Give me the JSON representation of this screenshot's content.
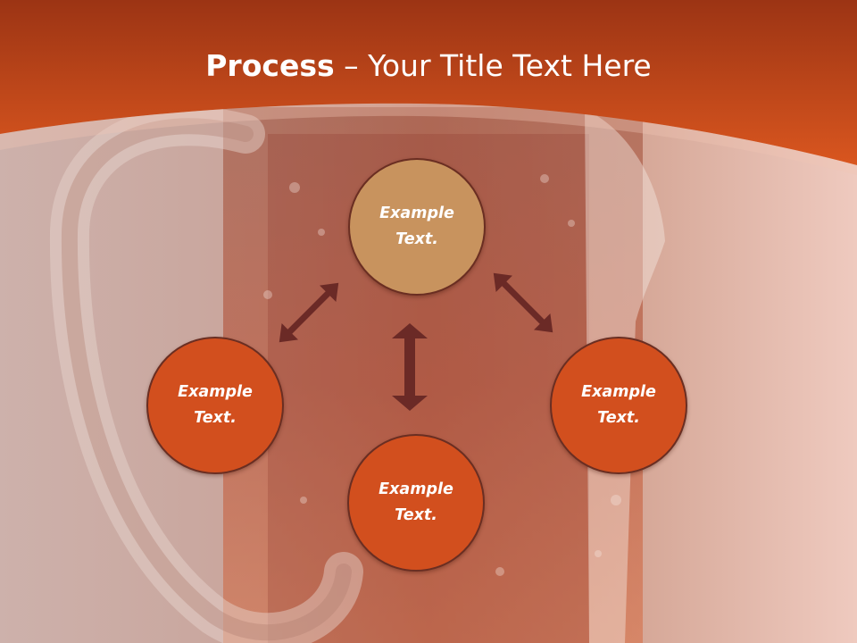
{
  "slide": {
    "title_strong": "Process",
    "title_rest": " – Your Title Text Here"
  },
  "colors": {
    "header": "#d4521f",
    "node_top": "#c8935e",
    "node_other": "#d24f1e",
    "node_border": "#6a2e22",
    "arrow": "#6b2a26"
  },
  "diagram": {
    "nodes": [
      {
        "line1": "Example",
        "line2": "Text."
      },
      {
        "line1": "Example",
        "line2": "Text."
      },
      {
        "line1": "Example",
        "line2": "Text."
      },
      {
        "line1": "Example",
        "line2": "Text."
      }
    ],
    "arrows": [
      "double-headed",
      "double-headed",
      "double-headed"
    ]
  }
}
